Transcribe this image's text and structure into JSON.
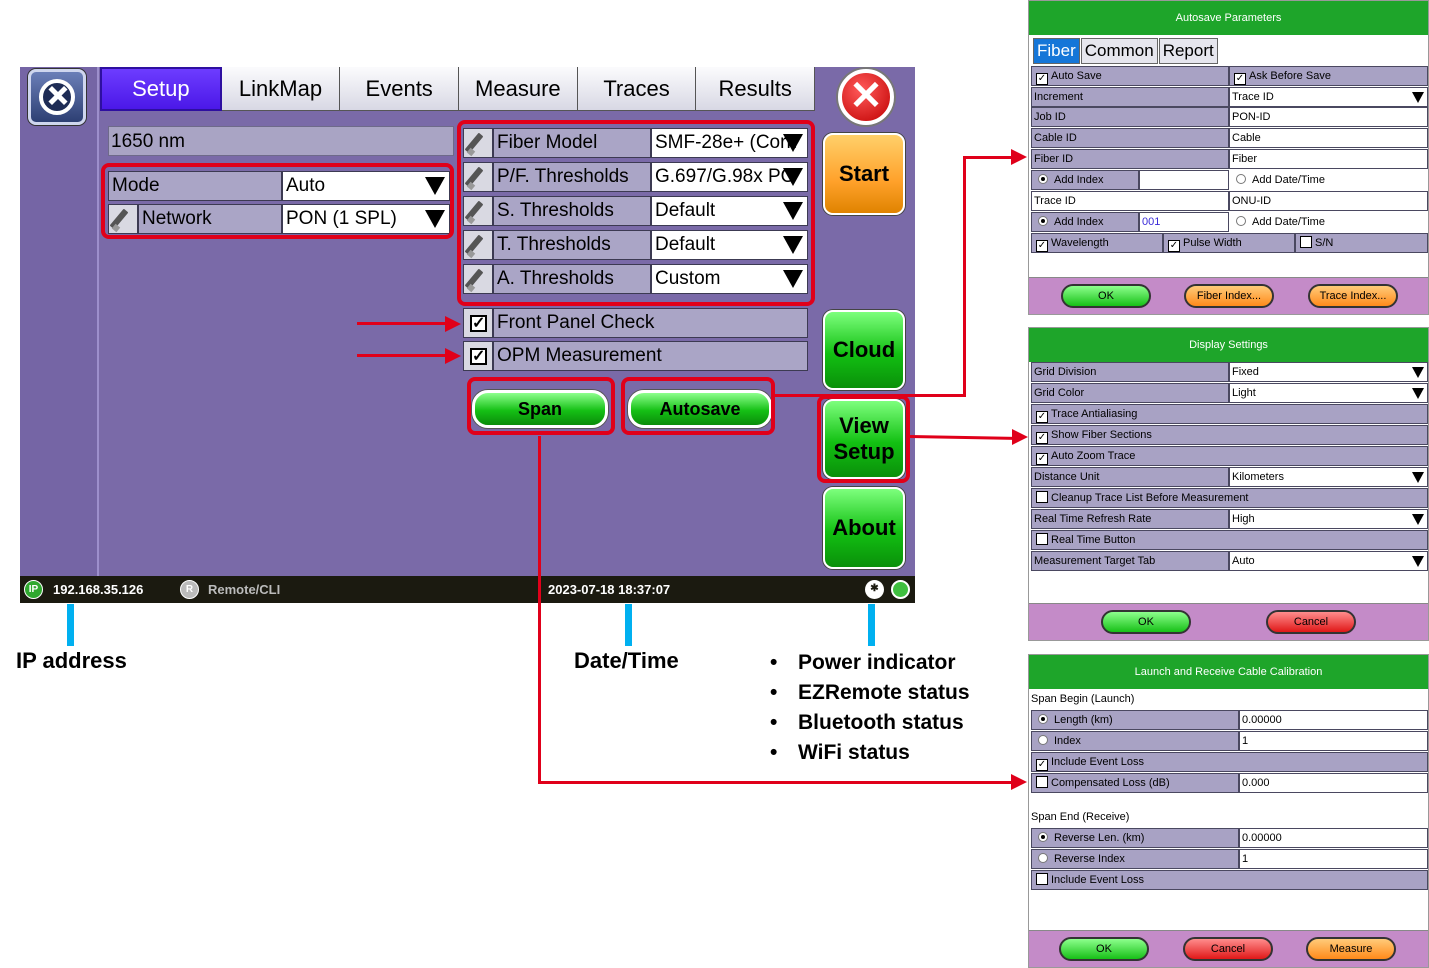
{
  "device": {
    "tabs": [
      "Setup",
      "LinkMap",
      "Events",
      "Measure",
      "Traces",
      "Results"
    ],
    "wavelength": "1650 nm",
    "mode": {
      "label": "Mode",
      "value": "Auto"
    },
    "network": {
      "label": "Network",
      "value": "PON (1 SPL)"
    },
    "settings": [
      {
        "label": "Fiber Model",
        "value": "SMF-28e+ (Corn"
      },
      {
        "label": "P/F. Thresholds",
        "value": "G.697/G.98x PO"
      },
      {
        "label": "S. Thresholds",
        "value": "Default"
      },
      {
        "label": "T. Thresholds",
        "value": "Default"
      },
      {
        "label": "A. Thresholds",
        "value": "Custom"
      }
    ],
    "checks": [
      {
        "label": "Front Panel Check",
        "checked": true
      },
      {
        "label": "OPM Measurement",
        "checked": true
      }
    ],
    "span_label": "Span",
    "autosave_label": "Autosave",
    "side_buttons": {
      "start": "Start",
      "cloud": "Cloud",
      "view_setup_1": "View",
      "view_setup_2": "Setup",
      "about": "About"
    },
    "status": {
      "ip_badge": "IP",
      "ip": "192.168.35.126",
      "remote_badge": "R",
      "remote": "Remote/CLI",
      "datetime": "2023-07-18  18:37:07"
    }
  },
  "annotations": {
    "ip": "IP address",
    "datetime": "Date/Time",
    "indicators": [
      "Power indicator",
      "EZRemote status",
      "Bluetooth status",
      "WiFi status"
    ]
  },
  "autosave_dialog": {
    "title": "Autosave Parameters",
    "tabs": [
      "Fiber",
      "Common",
      "Report"
    ],
    "auto_save": "Auto Save",
    "ask_before_save": "Ask Before Save",
    "increment": {
      "label": "Increment",
      "value": "Trace ID"
    },
    "job_id": {
      "label": "Job ID",
      "value": "PON-ID"
    },
    "cable_id": {
      "label": "Cable ID",
      "value": "Cable"
    },
    "fiber_id": {
      "label": "Fiber ID",
      "value": "Fiber"
    },
    "add_index_1": "Add Index",
    "add_datetime_1": "Add Date/Time",
    "trace_id": {
      "label": "Trace ID",
      "value": "ONU-ID"
    },
    "add_index_2": "Add Index",
    "add_index_2_value": "001",
    "add_datetime_2": "Add Date/Time",
    "wavelength": "Wavelength",
    "pulse_width": "Pulse Width",
    "sn": "S/N",
    "buttons": [
      "OK",
      "Fiber Index...",
      "Trace Index..."
    ]
  },
  "display_dialog": {
    "title": "Display Settings",
    "grid_division": {
      "label": "Grid Division",
      "value": "Fixed"
    },
    "grid_color": {
      "label": "Grid Color",
      "value": "Light"
    },
    "trace_antialiasing": "Trace Antialiasing",
    "show_fiber_sections": "Show Fiber Sections",
    "auto_zoom_trace": "Auto Zoom Trace",
    "distance_unit": {
      "label": "Distance Unit",
      "value": "Kilometers"
    },
    "cleanup": "Cleanup Trace List Before Measurement",
    "refresh_rate": {
      "label": "Real Time Refresh Rate",
      "value": "High"
    },
    "real_time_button": "Real Time Button",
    "target_tab": {
      "label": "Measurement Target Tab",
      "value": "Auto"
    },
    "buttons": [
      "OK",
      "Cancel"
    ]
  },
  "calibration_dialog": {
    "title": "Launch and Receive Cable Calibration",
    "span_begin": "Span Begin (Launch)",
    "length": {
      "label": "Length (km)",
      "value": "0.00000"
    },
    "index": {
      "label": "Index",
      "value": "1"
    },
    "include_event_loss_1": "Include Event Loss",
    "compensated_loss": {
      "label": "Compensated Loss (dB)",
      "value": "0.000"
    },
    "span_end": "Span End (Receive)",
    "reverse_len": {
      "label": "Reverse Len. (km)",
      "value": "0.00000"
    },
    "reverse_index": {
      "label": "Reverse Index",
      "value": "1"
    },
    "include_event_loss_2": "Include Event Loss",
    "buttons": [
      "OK",
      "Cancel",
      "Measure"
    ]
  },
  "colors": {
    "tab_active": "#4b18e8",
    "screen_bg": "#7a6aa8",
    "highlight": "#e0001a",
    "callout_bar": "#00b0f0",
    "dialog_header": "#1ea52a"
  }
}
